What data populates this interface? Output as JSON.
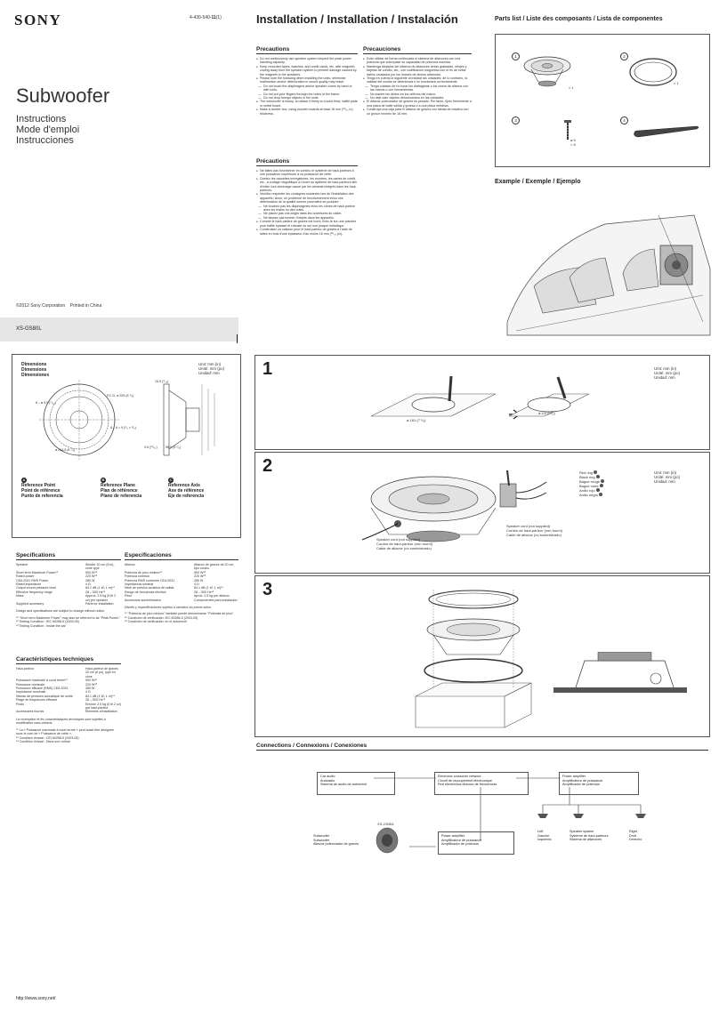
{
  "header": {
    "brand": "SONY",
    "part_number_prefix": "4-430-540-",
    "part_number_bold": "11",
    "part_number_suffix": "(1)"
  },
  "cover": {
    "product": "Subwoofer",
    "doc_types": [
      "Instructions",
      "Mode d'emploi",
      "Instrucciones"
    ],
    "copyright": "©2012 Sony Corporation",
    "printed": "Printed in China",
    "model": "XS-GS80L"
  },
  "installation": {
    "title": "Installation / Installation / Instalación",
    "precautions_en": {
      "heading": "Precautions",
      "items": [
        "Do not continuously use speaker system beyond the peak power handling capacity.",
        "Keep recorded tapes, watches, and credit cards, etc. with magnetic coding away from the speaker system to prevent damage caused by the magnets in the speakers.",
        "Please note the following when installing the units, otherwise malfunction and/or deterioration in sound quality may result."
      ],
      "subitems": [
        "Do not touch the diaphragms and/or speaker cones by hand or with tools.",
        "Do not put your fingers through the holes of the frame.",
        "Do not drop foreign objects in the units."
      ],
      "items_after": [
        "The subwoofer is heavy, so attach it firmly to a solid thick, baffle plate or metal board.",
        "Make a woofer box, using wooden boards at least 16 mm (²¹/₃₂ in) thickness."
      ]
    },
    "precautions_fr": {
      "heading": "Précautions",
      "items": [
        "Ne faites pas fonctionner en continu le système de haut-parleurs à une puissance supérieure à sa puissance de crête.",
        "Gardez les cassettes enregistrées, les montres, les cartes de crédit, etc., à codage magnétique à l'écart du système de haut-parleurs afin d'éviter tout dommage causé par les aimants intégrés dans les haut-parleurs.",
        "Veuillez respecter les consignes suivantes lors de l'installation des appareils; sinon, un problème de fonctionnement et/ou une détérioration de la qualité sonore pourraient se produire."
      ],
      "subitems": [
        "Ne touchez pas les diaphragmes et/ou les cônes de haut-parleur avec les mains ou des outils.",
        "Ne placez pas vos doigts dans les ouvertures du cadre.",
        "Ne laissez pas tomber d'objets dans les appareils."
      ],
      "items_after": [
        "Comme le haut-parleur de graves est lourd, fixez-le sur une planche pour baffle épaisse et robuste ou sur une plaque métallique.",
        "Construisez un caisson pour le haut-parleur de graves à l'aide de lattes en bois d'une épaisseur d'au moins 16 mm (²¹/₃₂ po)."
      ]
    },
    "precautions_es": {
      "heading": "Precauciones",
      "items": [
        "Evite utilizar de forma continuada el sistema de altavoces con una potencia que sobrepase su capacidad de potencia máxima.",
        "Mantenga alejados del sistema de altavoces cintas grabadas, relojes y tarjetas de crédito, etc., con codificación magnética con el fin de evitar daños causados por los imanes de dichos altavoces.",
        "Tenga en cuenta lo siguiente al instalar las unidades; de lo contrario, la calidad del sonido se deteriorará o no funcionará correctamente."
      ],
      "subitems": [
        "Tenga cuidado de no tocar los diafragmas o los conos de altavoz con las manos o con herramientas.",
        "No inserte los dedos en los orificios del marco.",
        "No deje caer objetos desconocidos en las unidades."
      ],
      "items_after": [
        "El altavoz potenciador de graves es pesado. Por tanto, fíjelo firmemente a una placa de bafle sólida y gruesa o a una placa metálica.",
        "Construya una caja para el altavoz de graves con tablas de madera con un grosor mínimo de 16 mm."
      ]
    }
  },
  "parts": {
    "title": "Parts list / Liste des composants / Lista de componentes",
    "items": [
      {
        "num": "1",
        "qty": "× 1"
      },
      {
        "num": "2",
        "qty": "× 1"
      },
      {
        "num": "3",
        "qty": "ø 5\n× 8"
      },
      {
        "num": "4",
        "qty": ""
      }
    ]
  },
  "example": {
    "title": "Example / Exemple / Ejemplo"
  },
  "dimensions": {
    "labels": [
      "Dimensions",
      "Dimensions",
      "Dimensiones"
    ],
    "units": [
      "Unit: mm (in)",
      "Unité: mm (po)",
      "Unidad: mm"
    ],
    "annotations": [
      "8 – ø 5.5 (⁷/₃₂)",
      "P.C.D. ø 205 (8 ¹/₈)",
      "8 – 6 × 9 (¹/₄ × ³/₈)",
      "ø 224.5 (8 ⁷/₈)",
      "10.5 (⁷/₁₆)",
      "9.6 (¹³/₃₂)",
      "96.5 (3 ⁷/₈)"
    ],
    "refs": [
      {
        "letter": "A",
        "lines": [
          "Reference Point",
          "Point de référence",
          "Punto de referencia"
        ]
      },
      {
        "letter": "B",
        "lines": [
          "Reference Plane",
          "Plan de référence",
          "Plano de referencia"
        ]
      },
      {
        "letter": "C",
        "lines": [
          "Reference Axis",
          "Axe de référence",
          "Eje de referencia"
        ]
      }
    ]
  },
  "specs_en": {
    "heading": "Specifications",
    "rows": [
      [
        "Speaker",
        "Woofer 20 cm (8 in), cone type"
      ],
      [
        "Short term Maximum Power*¹",
        "900 W*²"
      ],
      [
        "Rated power",
        "220 W*³"
      ],
      [
        "CEA 2031 RMS Power",
        "280 W"
      ],
      [
        "Rated impedance",
        "4 Ω"
      ],
      [
        "Output sound pressure level",
        "84.1 dB (1 W, 1 m)*⁴"
      ],
      [
        "Effective frequency range",
        "28 – 500 Hz*⁵"
      ],
      [
        "Mass",
        "Approx. 2.5 kg (5 lb 2 oz) per speaker"
      ],
      [
        "Supplied accessory",
        "Parts for installation"
      ]
    ],
    "note": "Design and specifications are subject to change without notice.",
    "footnotes": [
      "*¹ \"Short term Maximum Power\" may also be referred to as \"Peak Power.\"",
      "*² Testing Condition : IEC 60268-5 (2003-05)",
      "*³ Testing Condition : Inside the car"
    ]
  },
  "specs_fr": {
    "heading": "Caractéristiques techniques",
    "rows": [
      [
        "Haut-parleur",
        "Haut-parleur de graves 20 cm (8 po), type en cône"
      ],
      [
        "Puissance maximale à court terme*¹",
        "900 W*²"
      ],
      [
        "Puissance nominale",
        "220 W*³"
      ],
      [
        "Puissance efficace (RMS) CEA 2031",
        "280 W"
      ],
      [
        "Impédance nominale",
        "4 Ω"
      ],
      [
        "Niveau de pression acoustique de sortie",
        "84.1 dB (1 W, 1 m)*⁴"
      ],
      [
        "Plage de fréquences efficace",
        "28 – 500 Hz*⁵"
      ],
      [
        "Poids",
        "Environ 2,5 kg (5 lb 2 oz) par haut-parleur"
      ],
      [
        "Accessoires fournis",
        "Éléments d'installation"
      ]
    ],
    "note": "La conception et les caractéristiques techniques sont sujettes à modification sans préavis.",
    "footnotes": [
      "*¹ La « Puissance maximale à court terme » peut aussi être désignée sous le nom de « Puissance de crête ».",
      "*² Condition d'essai : CEI 60268-5 (2003-05)",
      "*³ Condition d'essai : Dans une voiture"
    ]
  },
  "specs_es": {
    "heading": "Especificaciones",
    "rows": [
      [
        "Altavoz",
        "Altavoz de graves de 20 cm, tipo cónico"
      ],
      [
        "Potencia de pico mínimo*¹",
        "900 W*²"
      ],
      [
        "Potencia nominal",
        "220 W*³"
      ],
      [
        "Potencia RMS conforme CEA 2031",
        "280 W"
      ],
      [
        "Impedancia nominal",
        "4 Ω"
      ],
      [
        "Nivel de presión acústica de salida",
        "84.1 dB (1 W, 1 m)*⁴"
      ],
      [
        "Rango de frecuencia efectiva",
        "28 – 500 Hz*⁵"
      ],
      [
        "Peso",
        "Aprox. 2,5 kg por altavoz"
      ],
      [
        "Accesorios suministrados",
        "Componentes para instalación"
      ]
    ],
    "note": "Diseño y especificaciones sujetos a cambios sin previo aviso.",
    "footnotes": [
      "*¹ \"Potencia de pico mínimo\" también puede denominarse \"Potencia de pico\".",
      "*² Condición de verificación: IEC 60268-5 (2003-05)",
      "*³ Condición de verificación: en el automóvil"
    ]
  },
  "steps": {
    "step1": {
      "num": "1",
      "units": [
        "Unit: mm (in)",
        "Unité: mm (po)",
        "Unidad: mm"
      ],
      "hole": "ø 181 (7 ¹/₈)",
      "screw_hole": "ø 4.0 (⁵/₃₂)"
    },
    "step2": {
      "num": "2",
      "units": [
        "Unit: mm (in)",
        "Unité: mm (po)",
        "Unidad: mm"
      ],
      "wires": [
        "Red ring",
        "Black ring",
        "Bague rouge",
        "Bague noire",
        "Anillo rojo",
        "Anillo negro"
      ],
      "cord_left": [
        "Speaker cord (not supplied)",
        "Cordon de haut-parleur (non fourni)",
        "Cable de altavoz (no suministrado)"
      ],
      "cord_right": [
        "Speaker cord (not supplied)",
        "Cordon de haut-parleur (non fourni)",
        "Cable de altavoz (no suministrado)"
      ]
    },
    "step3": {
      "num": "3"
    }
  },
  "connections": {
    "title": "Connections / Connexions / Conexiones",
    "car_audio": [
      "Car audio",
      "Autoradio",
      "Sistema de audio de automóvil"
    ],
    "crossover": [
      "Electronic crossover network",
      "Circuit de recoupement électronique",
      "Red electrónica divisora de frecuencias"
    ],
    "amp_top": [
      "Power amplifier",
      "Amplificateur de puissance",
      "Amplificador de potencia"
    ],
    "model": "XS-GS80L",
    "subwoofer": [
      "Subwoofer",
      "Subwoofer",
      "Altavoz potenciador de graves"
    ],
    "amp_bottom": [
      "Power amplifier",
      "Amplificateur de puissance",
      "Amplificador de potencia"
    ],
    "left": [
      "Left",
      "Gauche",
      "Izquierdo"
    ],
    "speaker_system": [
      "Speaker system",
      "Système de haut-parleurs",
      "Sistema de altavoces"
    ],
    "right": [
      "Right",
      "Droit",
      "Derecho"
    ]
  },
  "footer": {
    "url": "http://www.sony.net/"
  }
}
